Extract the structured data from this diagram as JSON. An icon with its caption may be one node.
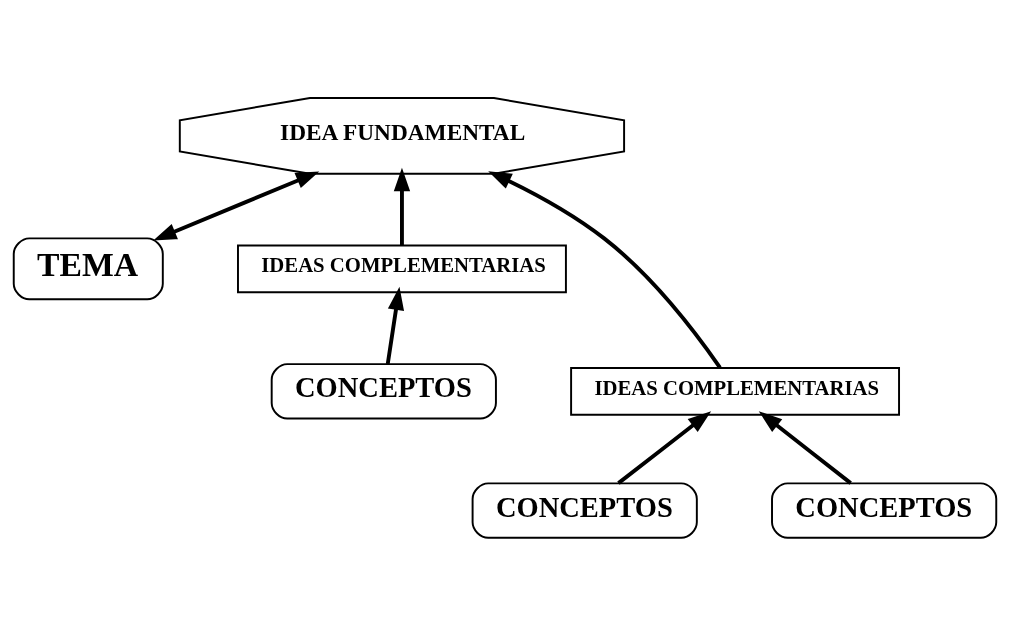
{
  "diagram": {
    "nodes": [
      {
        "text": [
          "TEMA"
        ]
      },
      {
        "text": [
          "IDEAS COMPLEMENTARIAS"
        ]
      },
      {
        "text": [
          "IDEA FUNDAMENTAL"
        ]
      },
      {
        "text": [
          "CONCEPTOS"
        ]
      },
      {
        "text": [
          "IDEAS COMPLEMENTARIAS"
        ]
      },
      {
        "text": [
          "CONCEPTOS"
        ]
      },
      {
        "text": [
          "CONCEPTOS"
        ]
      }
    ],
    "edges": [
      {
        "from": 0,
        "to": 2,
        "arrow": "both"
      },
      {
        "from": 1,
        "to": 2,
        "arrow": "to"
      },
      {
        "from": 3,
        "to": 1,
        "arrow": "to"
      },
      {
        "from": 4,
        "to": 2,
        "arrow": "to"
      },
      {
        "from": 5,
        "to": 4,
        "arrow": "to"
      },
      {
        "from": 6,
        "to": 4,
        "arrow": "to"
      }
    ]
  }
}
